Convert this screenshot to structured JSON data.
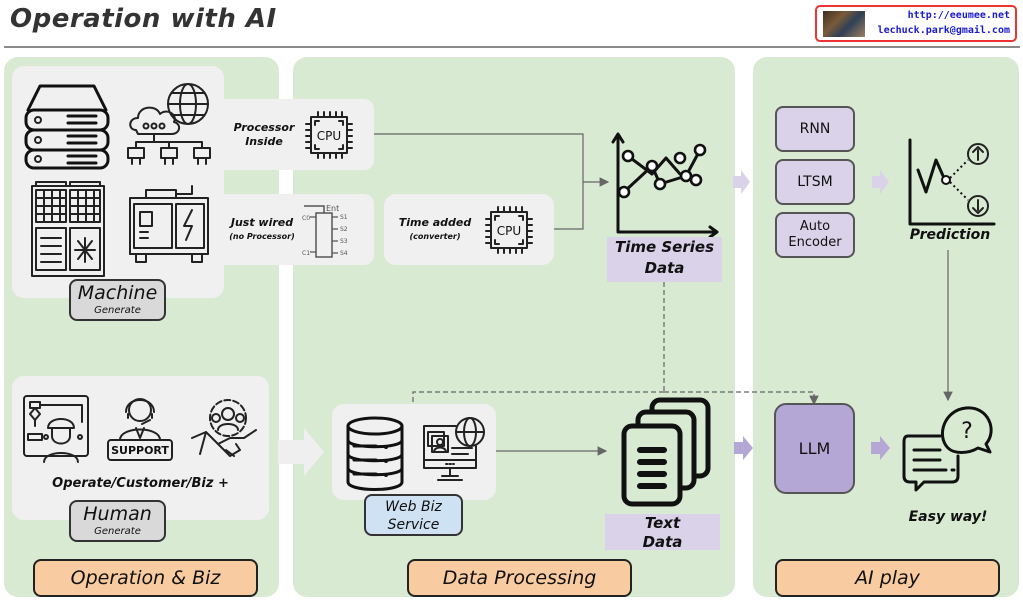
{
  "header": {
    "title": "Operation with AI",
    "credit_url": "http://eeumee.net",
    "credit_email": "lechuck.park@gmail.com"
  },
  "sections": {
    "operation": {
      "label": "Operation & Biz"
    },
    "processing": {
      "label": "Data Processing"
    },
    "ai": {
      "label": "AI play"
    }
  },
  "machine": {
    "tag_title": "Machine",
    "tag_sub": "Generate",
    "icons": [
      "server-rack",
      "cloud-network",
      "air-conditioner-unit",
      "power-generator"
    ],
    "processor_inside": {
      "label_line1": "Processor",
      "label_line2": "Inside",
      "chip_text": "CPU"
    },
    "just_wired": {
      "label_line1": "Just wired",
      "label_line2": "(no Processor)",
      "circuit": {
        "enable": "Ent",
        "inputs": [
          "C0",
          "C1"
        ],
        "outputs": [
          "S1",
          "S2",
          "S3",
          "S4"
        ]
      }
    },
    "time_added": {
      "label_line1": "Time added",
      "label_line2": "(converter)",
      "chip_text": "CPU"
    }
  },
  "human": {
    "tag_title": "Human",
    "tag_sub": "Generate",
    "caption": "Operate/Customer/Biz +",
    "icons": [
      "operator-engineer",
      "customer-support",
      "business-handshake"
    ],
    "support_badge": "SUPPORT"
  },
  "processing": {
    "time_series": {
      "line1": "Time Series",
      "line2": "Data"
    },
    "web_biz": {
      "line1": "Web Biz",
      "line2": "Service"
    },
    "text_data": {
      "line1": "Text",
      "line2": "Data"
    }
  },
  "ai": {
    "models": [
      "RNN",
      "LTSM",
      "Auto Encoder"
    ],
    "prediction_label": "Prediction",
    "llm_label": "LLM",
    "easy_label": "Easy way!",
    "question_mark": "?"
  },
  "colors": {
    "panel_green": "#d9ead3",
    "section_orange": "#f8cba0",
    "lavender": "#d9d2e9",
    "llm_purple": "#b4a7d6",
    "web_blue": "#cfe2f3",
    "credit_red": "#ee3333",
    "credit_blue": "#1a1ad0"
  }
}
